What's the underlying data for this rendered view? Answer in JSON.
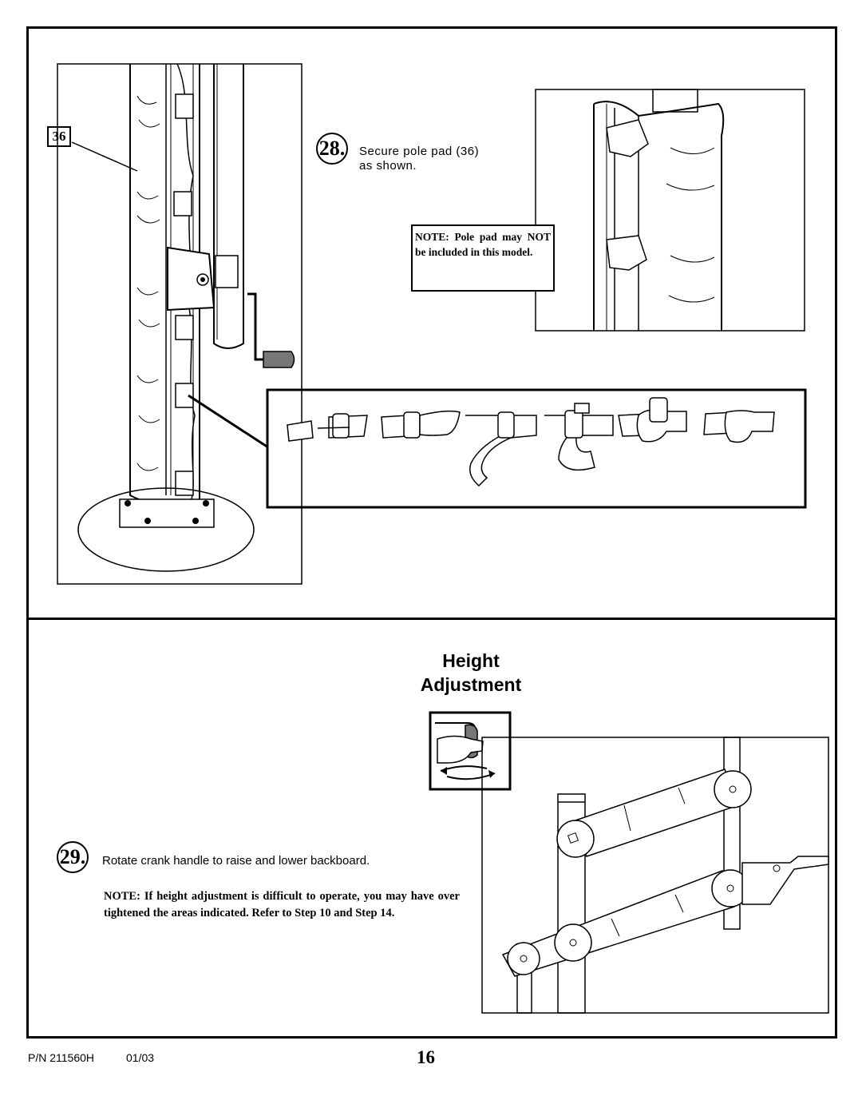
{
  "step28": {
    "number": "28.",
    "instruction_line1": "Secure pole pad (36)",
    "instruction_line2": "as shown.",
    "part_callout": "36",
    "note": "NOTE: Pole pad may NOT be included in this model."
  },
  "section": {
    "title_line1": "Height",
    "title_line2": "Adjustment"
  },
  "step29": {
    "number": "29.",
    "instruction": "Rotate crank handle to raise and lower backboard.",
    "note": "NOTE: If height adjustment is difficult to operate, you may have over tightened the areas indicated. Refer to Step 10 and Step 14."
  },
  "footer": {
    "part_number": "P/N 211560H",
    "date": "01/03",
    "page_number": "16"
  }
}
